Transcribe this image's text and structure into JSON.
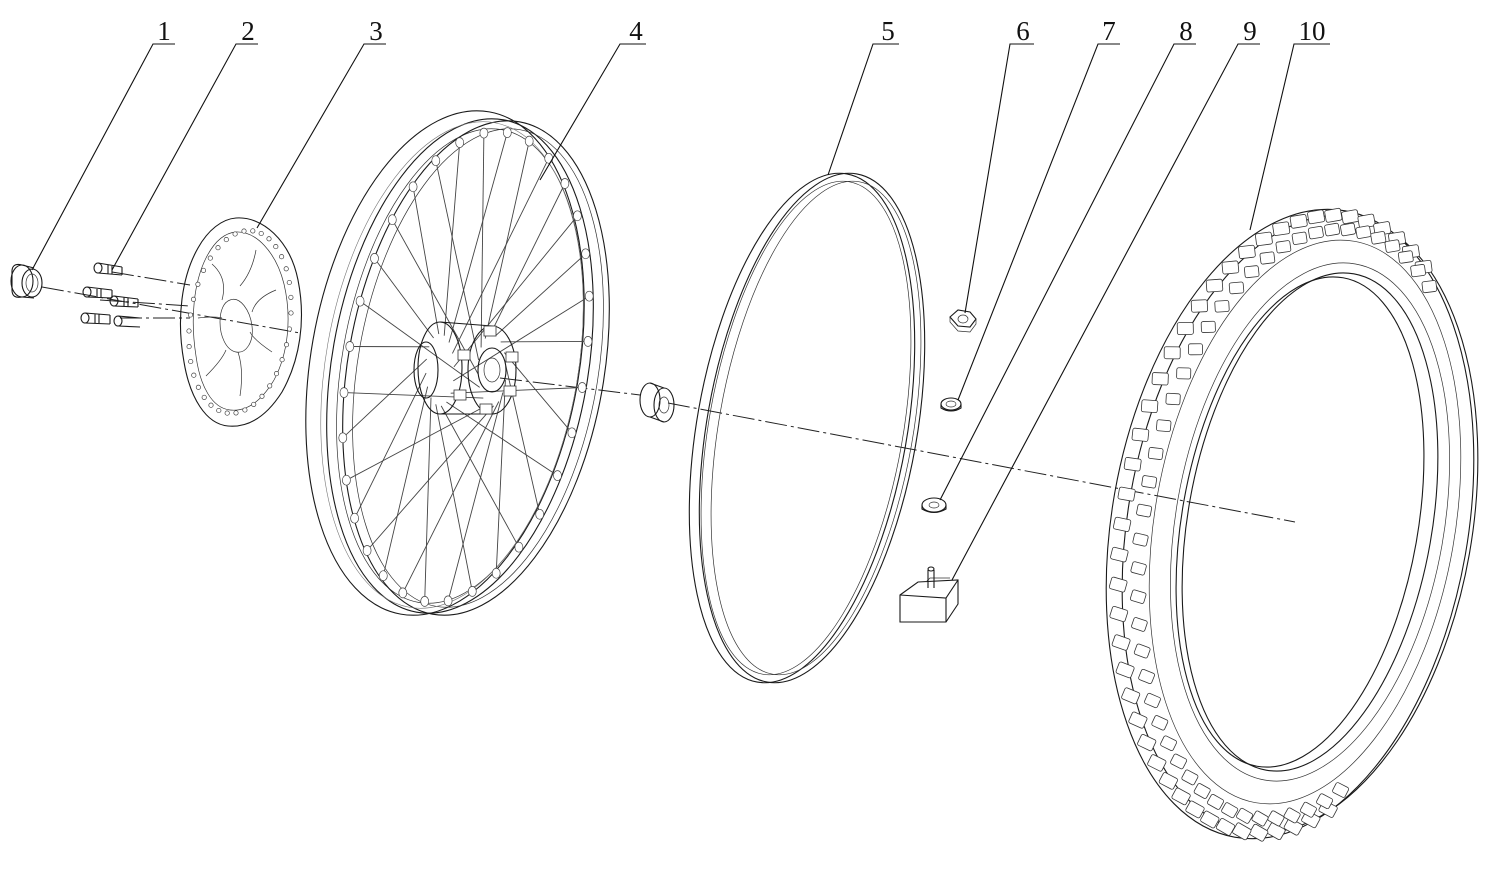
{
  "callouts": [
    {
      "num": "1",
      "name": "spacer-left"
    },
    {
      "num": "2",
      "name": "disc-bolts"
    },
    {
      "num": "3",
      "name": "brake-disc"
    },
    {
      "num": "4",
      "name": "spoked-wheel"
    },
    {
      "num": "5",
      "name": "rim-tape"
    },
    {
      "num": "6",
      "name": "valve-nut"
    },
    {
      "num": "7",
      "name": "lock-ring"
    },
    {
      "num": "8",
      "name": "washer"
    },
    {
      "num": "9",
      "name": "rim-lock"
    },
    {
      "num": "10",
      "name": "tyre"
    }
  ]
}
